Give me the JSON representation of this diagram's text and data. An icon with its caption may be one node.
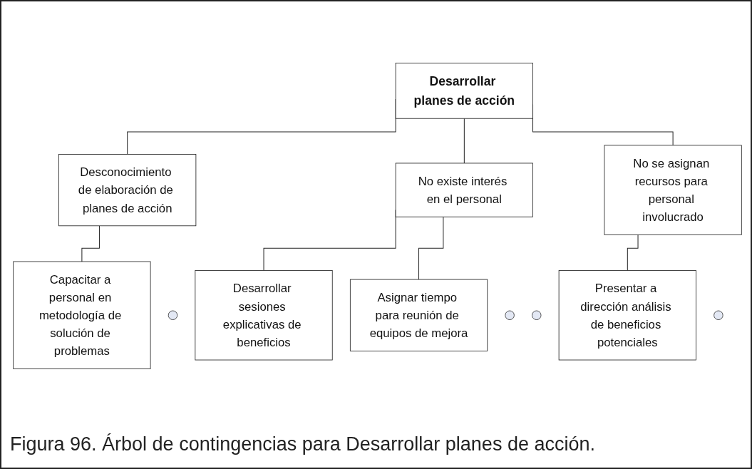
{
  "diagram": {
    "caption": "Figura 96. Árbol de contingencias para Desarrollar planes de acción.",
    "nodes": [
      {
        "text": [
          "Desarrollar planes de acción"
        ]
      },
      {
        "text": [
          "Desconocimiento de elaboración de planes de acción"
        ]
      },
      {
        "text": [
          "No existe interés en el personal"
        ]
      },
      {
        "text": [
          "No se asignan recursos para personal involucrado"
        ]
      },
      {
        "text": [],
        "shape": "circle"
      },
      {
        "text": [
          "Capacitar a personal en metodología de solución de problemas"
        ]
      },
      {
        "text": [],
        "shape": "circle"
      },
      {
        "text": [
          "Desarrollar sesiones explicativas de beneficios"
        ]
      },
      {
        "text": [],
        "shape": "circle"
      },
      {
        "text": [
          "Asignar tiempo para reunión de equipos de mejora"
        ]
      },
      {
        "text": [],
        "shape": "circle"
      },
      {
        "text": [
          "Presentar a dirección análisis de beneficios potenciales"
        ]
      }
    ],
    "edges": [
      {
        "from": 0,
        "to": 1,
        "arrow": "none"
      },
      {
        "from": 0,
        "to": 2,
        "arrow": "none"
      },
      {
        "from": 0,
        "to": 3,
        "arrow": "none"
      },
      {
        "from": 1,
        "to": 5,
        "arrow": "none"
      },
      {
        "from": 2,
        "to": 7,
        "arrow": "none"
      },
      {
        "from": 2,
        "to": 9,
        "arrow": "none"
      },
      {
        "from": 3,
        "to": 11,
        "arrow": "none"
      }
    ]
  }
}
